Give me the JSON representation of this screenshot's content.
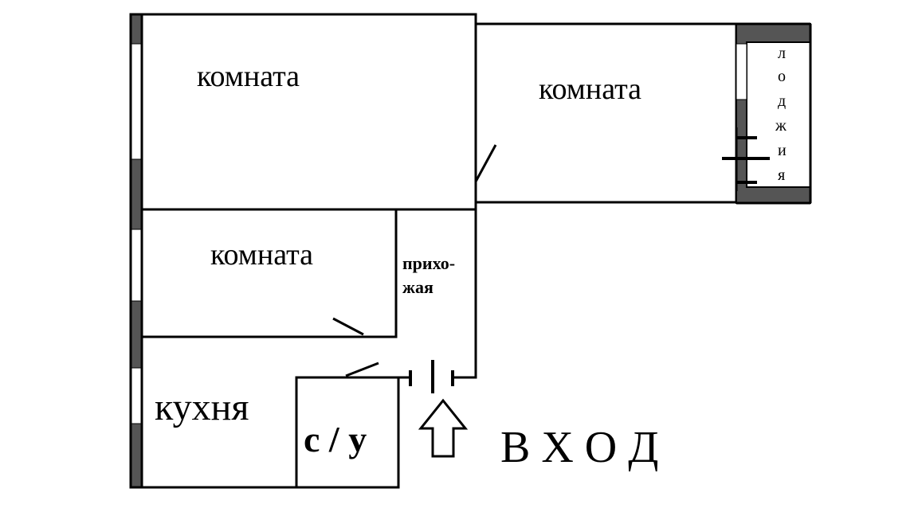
{
  "rooms": {
    "room_top_left": "комната",
    "room_top_right": "комната",
    "room_middle": "комната",
    "hallway_line1": "прихо-",
    "hallway_line2": "жая",
    "kitchen": "кухня",
    "bathroom": "с / у"
  },
  "loggia_letters": [
    "л",
    "о",
    "д",
    "ж",
    "и",
    "я"
  ],
  "entrance_label": "В Х О Д",
  "colors": {
    "wall": "#000000",
    "window_wall": "#555555",
    "background": "#ffffff"
  }
}
